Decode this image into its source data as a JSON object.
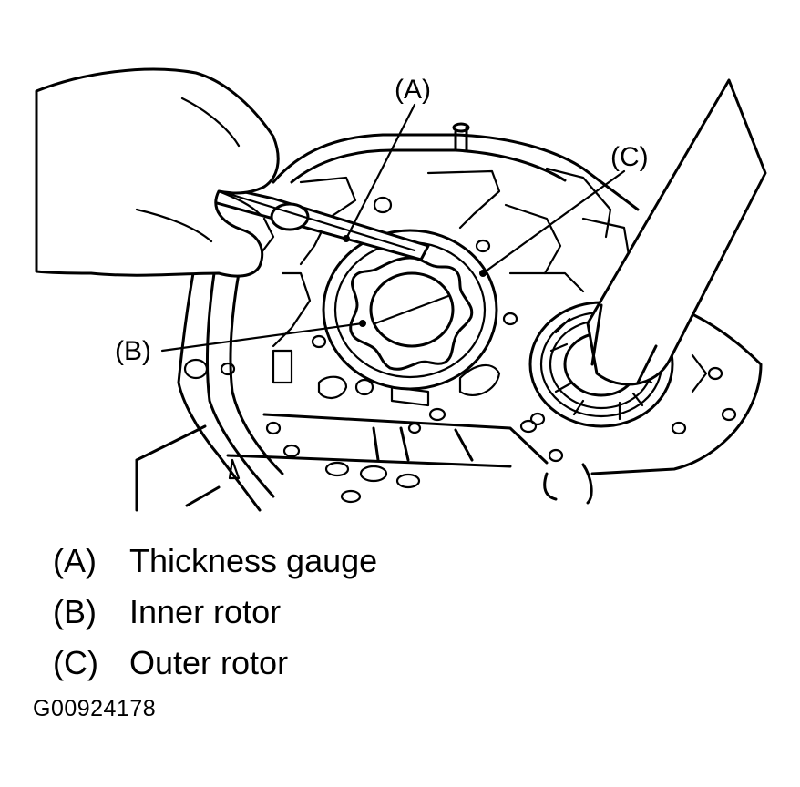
{
  "callouts": {
    "a": "(A)",
    "b": "(B)",
    "c": "(C)"
  },
  "legend": [
    {
      "code": "(A)",
      "text": "Thickness gauge"
    },
    {
      "code": "(B)",
      "text": "Inner rotor"
    },
    {
      "code": "(C)",
      "text": "Outer rotor"
    }
  ],
  "figure_id": "G00924178"
}
